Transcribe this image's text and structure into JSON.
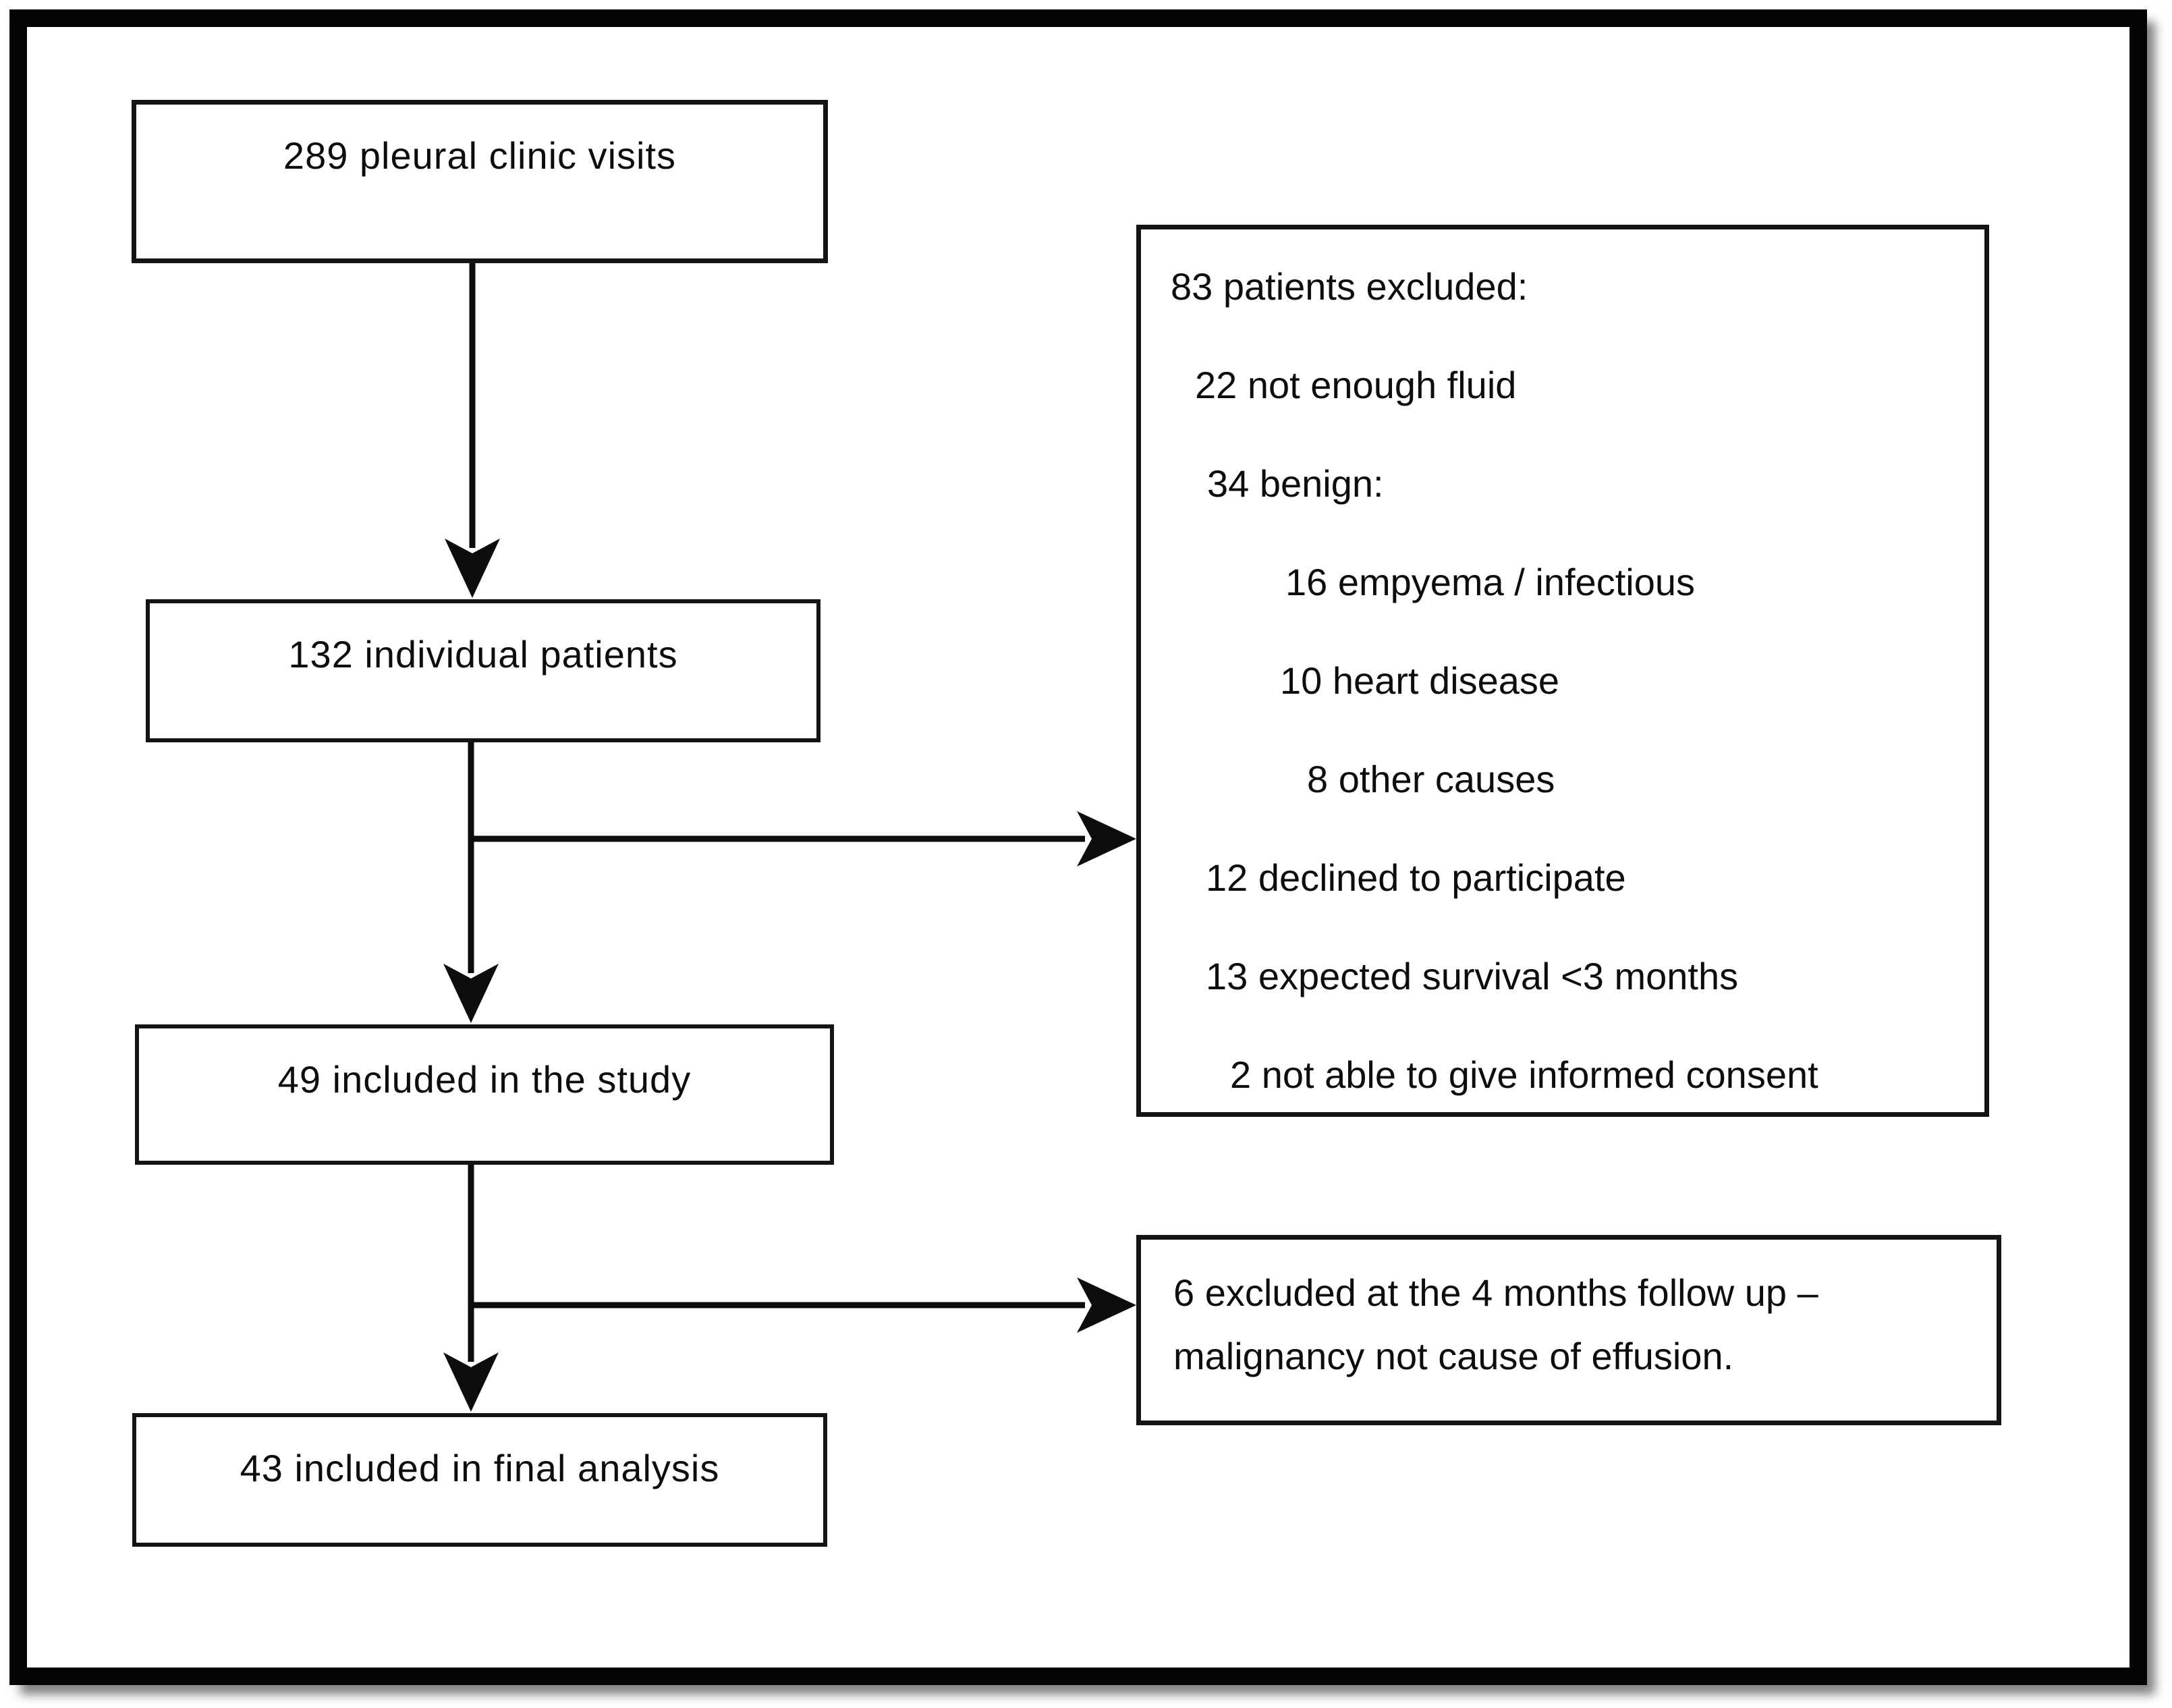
{
  "flow": {
    "box_visits": "289 pleural clinic visits",
    "box_patients": "132 individual patients",
    "box_included": "49 included in the study",
    "box_final": "43 included in final analysis"
  },
  "exclusions_83": {
    "lines": [
      "83 patients excluded:",
      "22 not enough fluid",
      "34 benign:",
      "16 empyema / infectious",
      "10 heart disease",
      "8 other causes",
      "12 declined to participate",
      "13 expected survival <3 months",
      "2 not able to give informed consent"
    ]
  },
  "exclusions_6": {
    "lines": [
      "6 excluded at the 4 months follow up –",
      "malignancy not cause of effusion."
    ]
  },
  "colors": {
    "ink": "#0d0d0d",
    "paper": "#ffffff"
  }
}
